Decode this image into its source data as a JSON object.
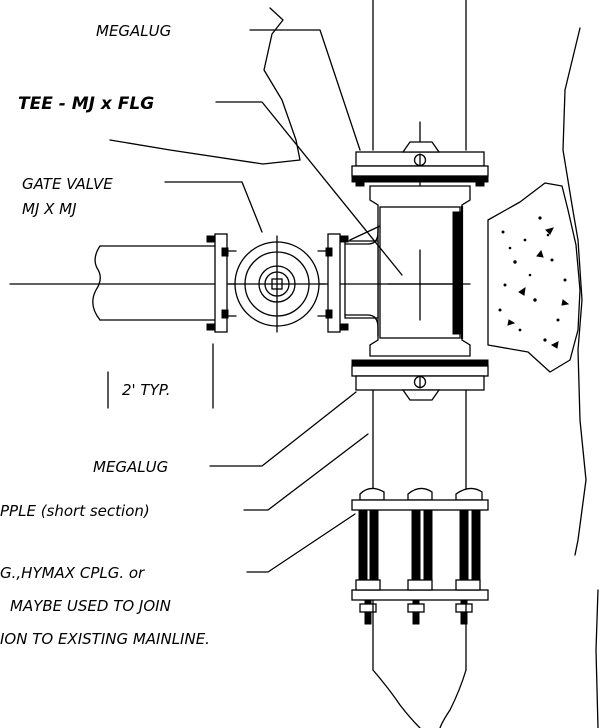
{
  "labels": {
    "megalug_top": "MEGALUG",
    "tee": "TEE - MJ x FLG",
    "gate_valve_line1": "GATE VALVE",
    "gate_valve_line2": "MJ X MJ",
    "typical_spacing": "2' TYP.",
    "megalug_bottom": "MEGALUG",
    "nipple": "PPLE (short section)",
    "coupling_line1": "G.,HYMAX CPLG. or",
    "coupling_line2": "MAYBE USED TO JOIN",
    "coupling_line3": "ION TO EXISTING MAINLINE."
  }
}
